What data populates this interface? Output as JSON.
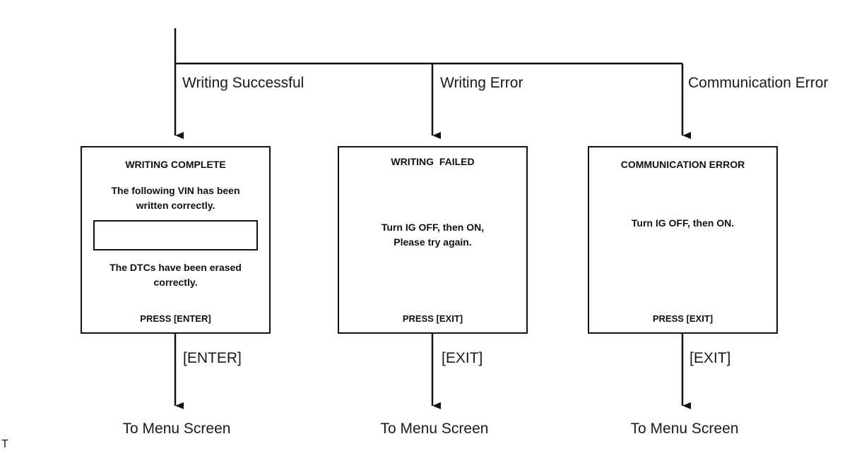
{
  "branches": [
    {
      "condition": "Writing Successful",
      "screen": {
        "title": "WRITING COMPLETE",
        "lines": [
          "The following VIN has been",
          "written correctly."
        ],
        "vin_value": "",
        "lines_after": [
          "The DTCs have been erased",
          "correctly."
        ],
        "action": "PRESS [ENTER]"
      },
      "key": "[ENTER]",
      "destination": "To Menu Screen"
    },
    {
      "condition": "Writing Error",
      "screen": {
        "title": "WRITING  FAILED",
        "lines": [
          "Turn IG OFF, then ON,",
          "Please try again."
        ],
        "action": "PRESS [EXIT]"
      },
      "key": "[EXIT]",
      "destination": "To Menu Screen"
    },
    {
      "condition": "Communication Error",
      "screen": {
        "title": "COMMUNICATION ERROR",
        "lines": [
          "Turn IG OFF, then ON."
        ],
        "action": "PRESS [EXIT]"
      },
      "key": "[EXIT]",
      "destination": "To Menu Screen"
    }
  ],
  "corner_mark": "T",
  "colors": {
    "line": "#111111",
    "text": "#1a1a1a",
    "background": "#ffffff"
  }
}
